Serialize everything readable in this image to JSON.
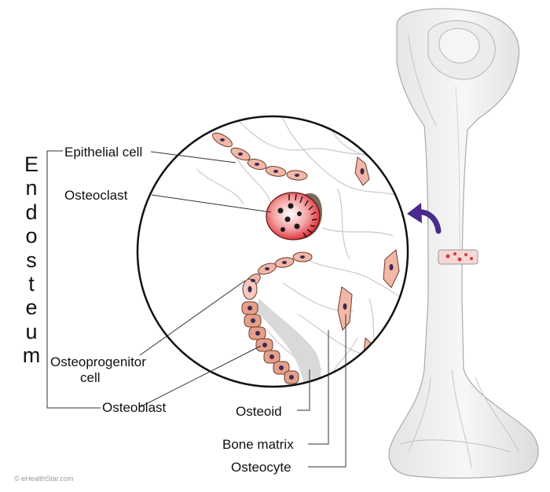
{
  "vertical_label": "Endosteum",
  "labels": {
    "epithelial_cell": "Epithelial cell",
    "osteoclast": "Osteoclast",
    "osteoprogenitor_line1": "Osteoprogenitor",
    "osteoprogenitor_line2": "cell",
    "osteoblast": "Osteoblast",
    "osteoid": "Osteoid",
    "bone_matrix": "Bone matrix",
    "osteocyte": "Osteocyte"
  },
  "copyright": "© eHealthStar.com",
  "colors": {
    "cell_pink": "#f2b7a6",
    "osteoclast_red": "#e0303a",
    "arrow_purple": "#4a2a8c",
    "bone_gray": "#cfcfcf"
  }
}
